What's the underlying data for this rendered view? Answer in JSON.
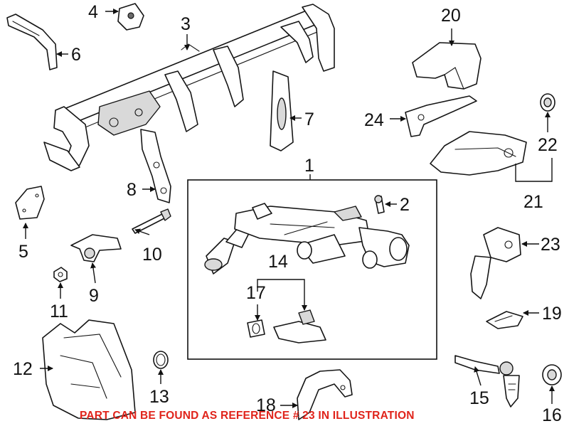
{
  "callouts": [
    "1",
    "2",
    "3",
    "4",
    "5",
    "6",
    "7",
    "8",
    "9",
    "10",
    "11",
    "12",
    "13",
    "14",
    "15",
    "16",
    "17",
    "18",
    "19",
    "20",
    "21",
    "22",
    "23",
    "24"
  ],
  "footer_note": "PART CAN BE FOUND AS REFERENCE # 23 IN ILLUSTRATION",
  "colors": {
    "footer_note": "#e0241b",
    "line_art": "#151515",
    "background": "#ffffff"
  }
}
